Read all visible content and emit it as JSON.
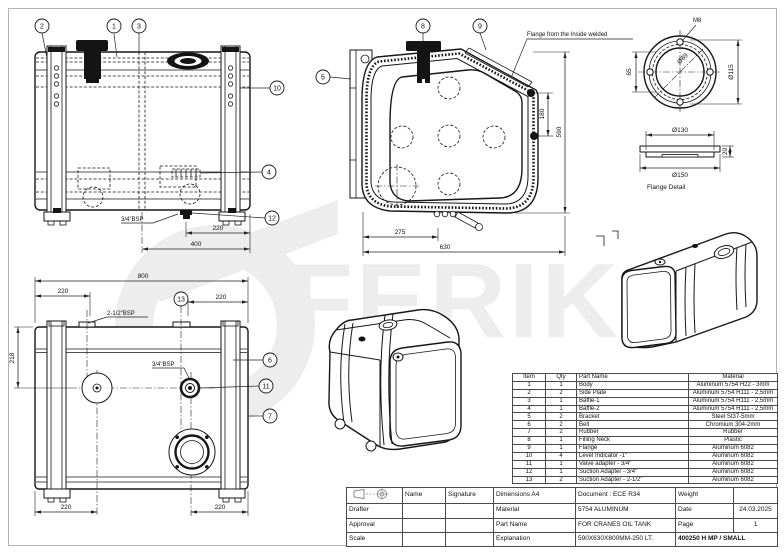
{
  "watermark": {
    "text": "FERIKS"
  },
  "front_view": {
    "balloons": {
      "b1": "1",
      "b2": "2",
      "b3": "3",
      "b4": "4",
      "b10": "10",
      "b12": "12"
    },
    "dims": {
      "d220": "220",
      "d400": "400"
    },
    "labels": {
      "bsp34": "3/4\"BSP"
    }
  },
  "side_view": {
    "balloons": {
      "b5": "5",
      "b8": "8",
      "b9": "9"
    },
    "note": "Flange from the Inside welded",
    "dims": {
      "d180": "180",
      "d590": "590",
      "d275": "275",
      "d630": "630"
    }
  },
  "flange_detail": {
    "caption": "Flange Detail",
    "labels": {
      "m8": "M8",
      "d89": "Ø89",
      "d115": "Ø115",
      "d65": "65",
      "d130": "Ø130",
      "d150": "Ø150",
      "d20": "20"
    }
  },
  "rear_view": {
    "balloons": {
      "b6": "6",
      "b7": "7",
      "b11": "11",
      "b13": "13"
    },
    "dims": {
      "d800": "800",
      "d220_tl": "220",
      "d220_tr": "220",
      "d218": "218",
      "d220_bl": "220",
      "d220_br": "220"
    },
    "labels": {
      "bsp212": "2-1/2\"BSP",
      "bsp34": "3/4\"BSP"
    }
  },
  "parts_table": {
    "headers": {
      "item": "Item",
      "qty": "Qty",
      "part_name": "Part Name",
      "material": "Material"
    },
    "rows": [
      [
        "1",
        "1",
        "Body",
        "Aluminum 5754 H22 - 3mm"
      ],
      [
        "2",
        "2",
        "Side Plate",
        "Aluminum 5754 H111 - 2,5mm"
      ],
      [
        "3",
        "1",
        "Baffle-1",
        "Aluminum 5754 H111 - 2,5mm"
      ],
      [
        "4",
        "1",
        "Baffle-2",
        "Aluminum 5754 H111 - 2,5mm"
      ],
      [
        "5",
        "2",
        "Bracket",
        "Steel St37-5mm"
      ],
      [
        "6",
        "2",
        "Belt",
        "Chromium 304-2mm"
      ],
      [
        "7",
        "2",
        "Rubber",
        "Rubber"
      ],
      [
        "8",
        "1",
        "Filling Neck",
        "Plastic"
      ],
      [
        "9",
        "1",
        "Flange",
        "Aluminum 6082"
      ],
      [
        "10",
        "4",
        "Level Indicator -1\"",
        "Aluminum 6082"
      ],
      [
        "11",
        "1",
        "Valve adapter - 3/4\"",
        "Aluminum 6082"
      ],
      [
        "12",
        "1",
        "Suction Adapter - 3/4\"",
        "Aluminum 6082"
      ],
      [
        "13",
        "2",
        "Suction Adapter - 2-1/2\"",
        "Aluminum 6082"
      ]
    ]
  },
  "title_block": {
    "name": "Name",
    "signature": "Signature",
    "dimensions": "Dimensions  A4",
    "document": "Document : ECE R34",
    "weight": "Weight",
    "drafter": "Drafter",
    "material": "Material",
    "material_value": "5754 ALUMINUM",
    "date": "Date",
    "date_value": "24.03.2025",
    "approval": "Approval",
    "part_name": "Part Name",
    "part_name_value": "FOR CRANES OIL TANK",
    "page": "Page",
    "page_value": "1",
    "scale": "Scale",
    "explanation": "Explanation",
    "explanation_value": "590X630X800MM-250 LT.",
    "code": "400250 H MP / SMALL"
  }
}
